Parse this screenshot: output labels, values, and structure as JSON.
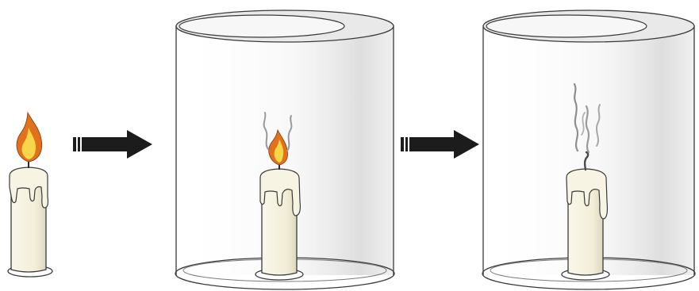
{
  "steps": [
    {
      "candle": "lit",
      "covered": false
    },
    {
      "candle": "lit",
      "covered": true
    },
    {
      "candle": "extinguished",
      "covered": true
    }
  ],
  "arrow_count": 2,
  "colors": {
    "background": "#ffffff",
    "outline": "#3a3a3a",
    "wax": "#f7f4e4",
    "wax_shadow": "#ddd9c2",
    "flame_outer": "#e2711d",
    "flame_inner": "#f8d64a",
    "smoke": "#9a9a9a",
    "glass_shade": "#e6e6e6",
    "arrow": "#1c1c1c"
  }
}
